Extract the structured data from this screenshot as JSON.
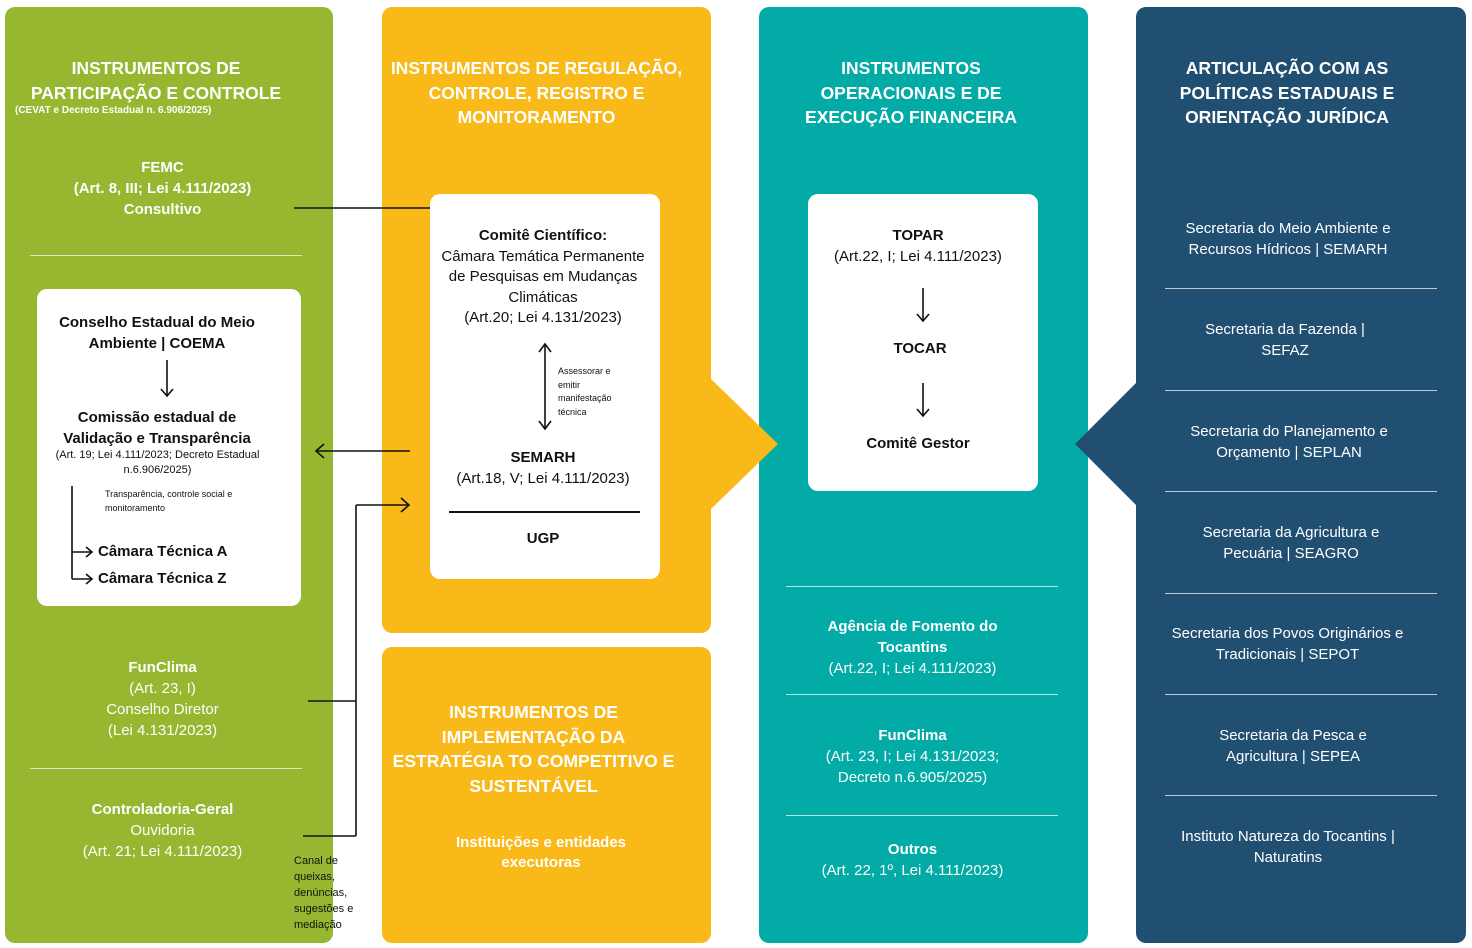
{
  "colors": {
    "green": "#97b730",
    "yellow": "#f9b918",
    "teal": "#02aba6",
    "blue": "#214f72"
  },
  "col1": {
    "title": "INSTRUMENTOS DE PARTICIPAÇÃO E CONTROLE",
    "subtitle": "(CEVAT e Decreto Estadual n. 6.906/2025)",
    "femc": {
      "name": "FEMC",
      "law": "(Art. 8, III; Lei 4.111/2023)",
      "role": "Consultivo"
    },
    "coema": "Conselho Estadual do Meio Ambiente | COEMA",
    "comissao": "Comissão estadual de Validação e Transparência",
    "comissao_law": "(Art. 19; Lei 4.111/2023; Decreto Estadual n.6.906/2025)",
    "transparencia": "Transparência, controle social e monitoramento",
    "camara_a": "Câmara Técnica A",
    "camara_z": "Câmara Técnica Z",
    "funclima": {
      "name": "FunClima",
      "art": "(Art. 23, I)",
      "role": "Conselho Diretor",
      "law": "(Lei 4.131/2023)"
    },
    "controladoria": {
      "name": "Controladoria-Geral",
      "ouv": "Ouvidoria",
      "law": "(Art. 21; Lei 4.111/2023)"
    },
    "canal": "Canal de queixas, denúncias, sugestões e mediação"
  },
  "col2": {
    "title": "INSTRUMENTOS DE REGULAÇÃO, CONTROLE, REGISTRO E MONITORAMENTO",
    "comite_title": "Comitê Científico:",
    "comite_body": "Câmara Temática Permanente de Pesquisas em Mudanças Climáticas",
    "comite_law": "(Art.20; Lei 4.131/2023)",
    "assessorar": "Assessorar e emitir manifestação técnica",
    "semarh": "SEMARH",
    "semarh_law": "(Art.18, V; Lei 4.111/2023)",
    "ugp": "UGP",
    "impl_title": "INSTRUMENTOS DE IMPLEMENTAÇÃO DA ESTRATÉGIA TO COMPETITIVO E SUSTENTÁVEL",
    "impl_body": "Instituições e entidades executoras"
  },
  "col3": {
    "title": "INSTRUMENTOS OPERACIONAIS E DE EXECUÇÃO FINANCEIRA",
    "topar": "TOPAR",
    "topar_law": "(Art.22, I; Lei 4.111/2023)",
    "tocar": "TOCAR",
    "comite_gestor": "Comitê Gestor",
    "agencia": {
      "name": "Agência de Fomento do Tocantins",
      "law": "(Art.22, I; Lei 4.111/2023)"
    },
    "funclima": {
      "name": "FunClima",
      "law": "(Art. 23, I; Lei 4.131/2023; Decreto n.6.905/2025)"
    },
    "outros": {
      "name": "Outros",
      "law": "(Art. 22, 1º, Lei 4.111/2023)"
    }
  },
  "col4": {
    "title": "ARTICULAÇÃO COM AS POLÍTICAS ESTADUAIS E ORIENTAÇÃO JURÍDICA",
    "items": [
      "Secretaria do Meio Ambiente e Recursos Hídricos | SEMARH",
      "Secretaria da Fazenda | SEFAZ",
      "Secretaria do Planejamento e Orçamento | SEPLAN",
      "Secretaria da Agricultura e Pecuária | SEAGRO",
      "Secretaria dos Povos Originários e Tradicionais | SEPOT",
      "Secretaria da Pesca e Agricultura | SEPEA",
      "Instituto Natureza do Tocantins | Naturatins"
    ]
  }
}
